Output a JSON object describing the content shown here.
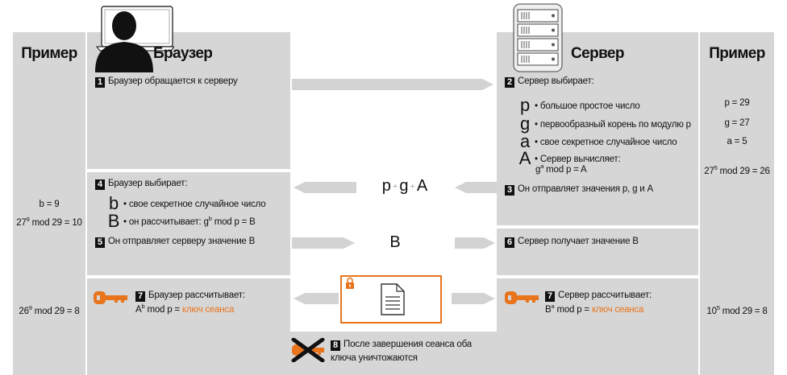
{
  "left_col": {
    "title": "Пример",
    "b_line": "b = 9",
    "calc1_base": "27",
    "calc1_exp": "9",
    "calc1_rest": " mod 29 = 10",
    "calc2_base": "26",
    "calc2_exp": "9",
    "calc2_rest": " mod 29 = 8"
  },
  "right_col": {
    "title": "Пример",
    "p_line": "p = 29",
    "g_line": "g = 27",
    "a_line": "a = 5",
    "calc1_base": "27",
    "calc1_exp": "5",
    "calc1_rest": " mod 29 = 26",
    "calc2_base": "10",
    "calc2_exp": "5",
    "calc2_rest": " mod 29 = 8"
  },
  "browser": {
    "title": "Браузер",
    "step1": {
      "num": "1",
      "text": "Браузер обращается к серверу"
    },
    "step4": {
      "num": "4",
      "text": "Браузер выбирает:",
      "b_sym": "b",
      "b_text": "• свое секретное случайное число",
      "B_sym": "B",
      "B_text_pre": "• он рассчитывает: g",
      "B_text_sup": "b",
      "B_text_post": " mod p = B"
    },
    "step5": {
      "num": "5",
      "text": "Он отправляет серверу значение B"
    },
    "step7": {
      "num": "7",
      "text": "Браузер рассчитывает:",
      "formula_pre": "A",
      "formula_sup": "b",
      "formula_mid": " mod p = ",
      "formula_key": "ключ сеанса"
    }
  },
  "server": {
    "title": "Сервер",
    "step2": {
      "num": "2",
      "text": "Сервер выбирает:",
      "p_sym": "p",
      "p_text": "• большое простое число",
      "g_sym": "g",
      "g_text": "• первообразный корень по модулю p",
      "a_sym": "a",
      "a_text": "• свое секретное случайное число",
      "A_sym": "A",
      "A_text": "• Сервер вычисляет:",
      "A_formula_pre": "g",
      "A_formula_sup": "a",
      "A_formula_post": " mod p = A"
    },
    "step3": {
      "num": "3",
      "text": "Он отправляет значения p, g и A"
    },
    "step6": {
      "num": "6",
      "text": "Сервер получает значение B"
    },
    "step7": {
      "num": "7",
      "text": "Сервер рассчитывает:",
      "formula_pre": "B",
      "formula_sup": "a",
      "formula_mid": " mod p = ",
      "formula_key": "ключ сеанса"
    }
  },
  "middle": {
    "pga": {
      "p": "p",
      "g": "g",
      "a": "A",
      "plus": "+"
    },
    "b_value": "B",
    "step8": {
      "num": "8",
      "line1": "После завершения сеанса оба",
      "line2": "ключа уничтожаются"
    }
  },
  "colors": {
    "panel": "#d6d6d6",
    "arrow": "#d3d3d3",
    "accent": "#e8741c",
    "text": "#111111"
  }
}
